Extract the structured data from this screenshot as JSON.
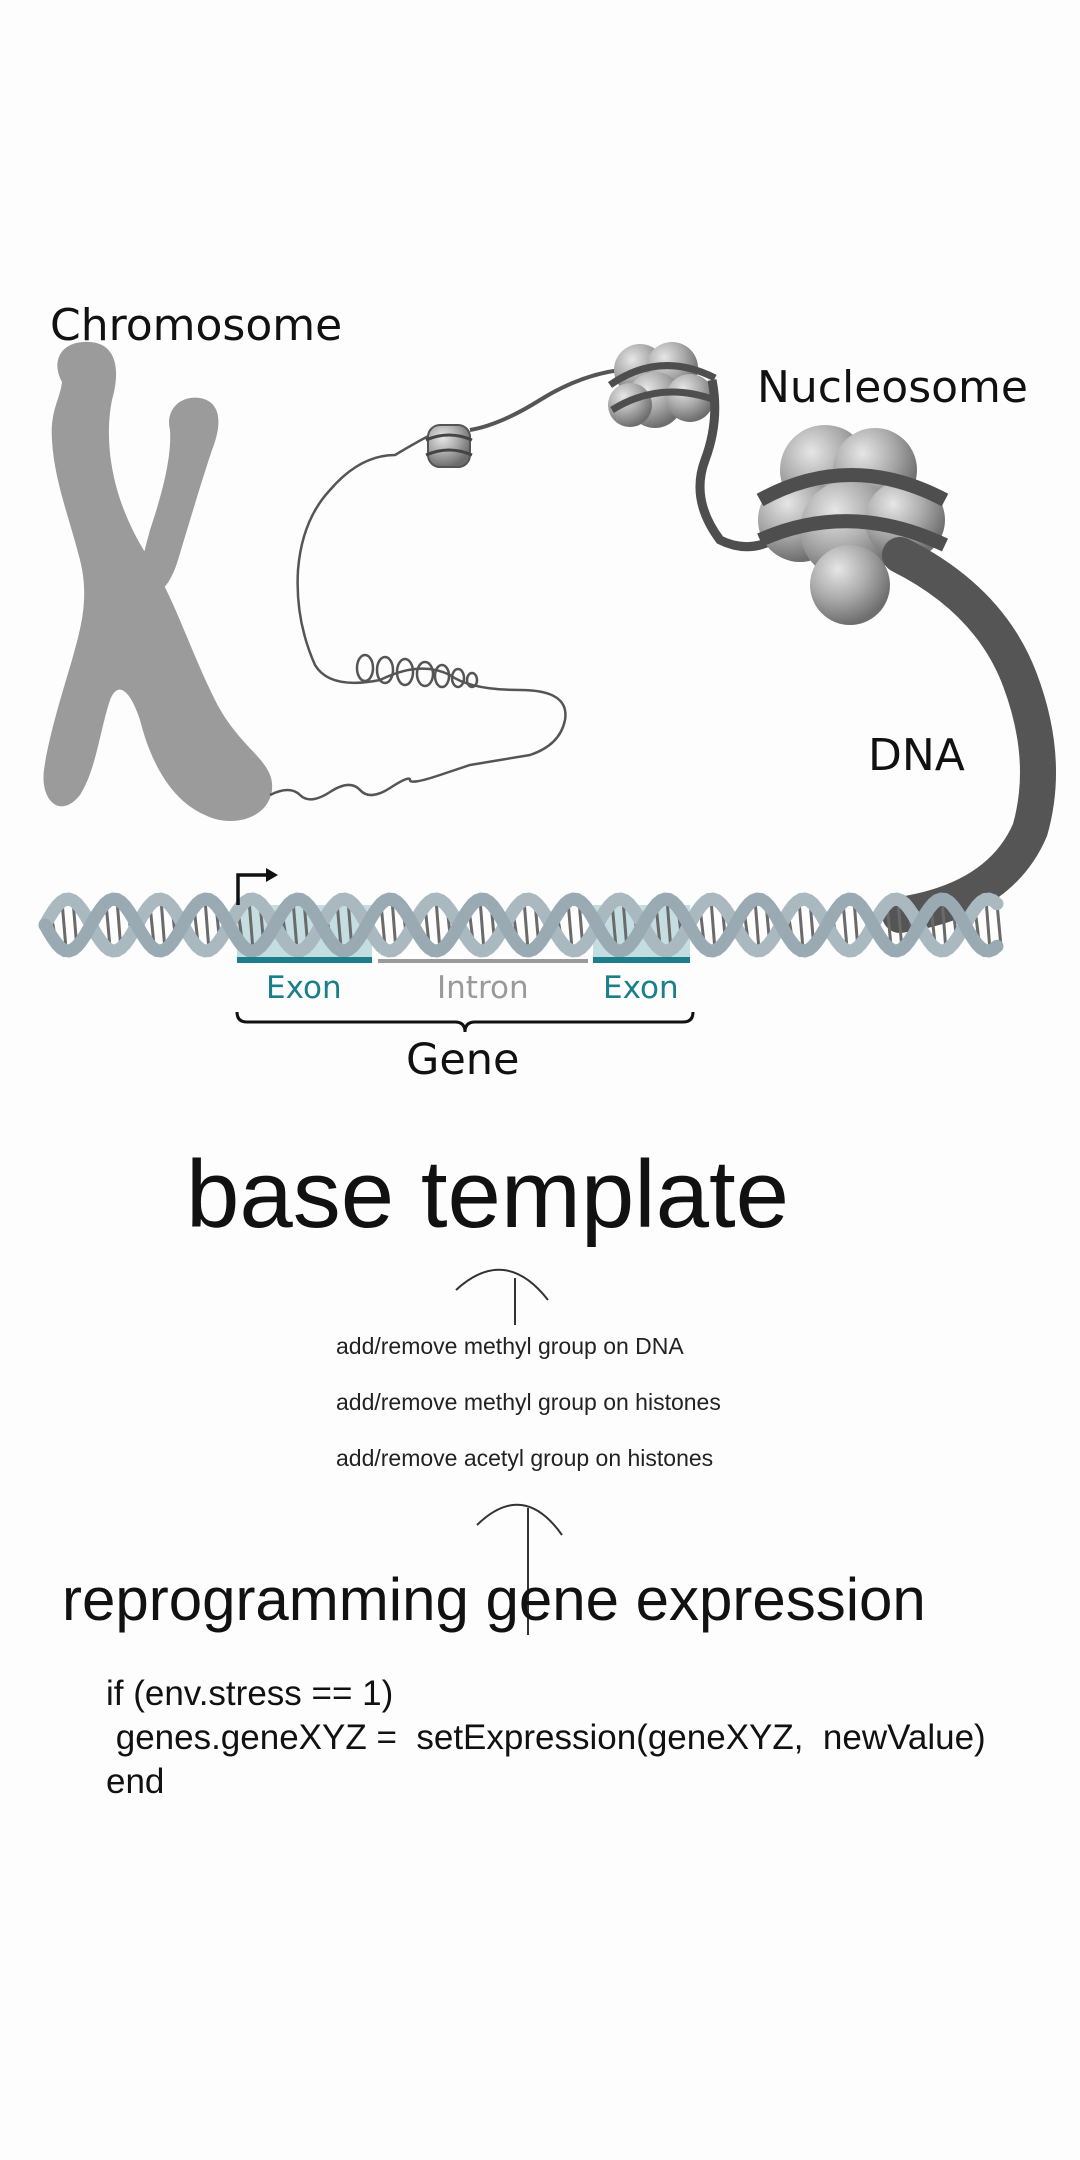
{
  "diagram": {
    "labels": {
      "chromosome": "Chromosome",
      "nucleosome": "Nucleosome",
      "dna": "DNA",
      "exon_1": "Exon",
      "intron": "Intron",
      "exon_2": "Exon",
      "gene": "Gene"
    },
    "colors": {
      "chromosome": "#9b9b9b",
      "strand": "#555555",
      "histone": "#a6a6a6",
      "helix": "#9fb0ba",
      "exon": "#1a7f8a",
      "intron": "#9a9a9a"
    }
  },
  "annotation": {
    "title": "base template",
    "modifications": [
      "add/remove methyl group on DNA",
      "add/remove methyl group on histones",
      "add/remove acetyl group on histones"
    ],
    "subtitle": "reprogramming gene expression",
    "code_lines": [
      "if (env.stress == 1)",
      " genes.geneXYZ =  setExpression(geneXYZ,  newValue)",
      "end"
    ]
  }
}
